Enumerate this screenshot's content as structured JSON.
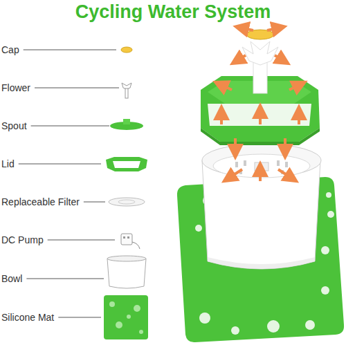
{
  "diagram": {
    "title": "Cycling Water System",
    "labels": [
      "Cap",
      "Flower",
      "Spout",
      "Lid",
      "Replaceable Filter",
      "DC Pump",
      "Bowl",
      "Silicone Mat"
    ]
  }
}
